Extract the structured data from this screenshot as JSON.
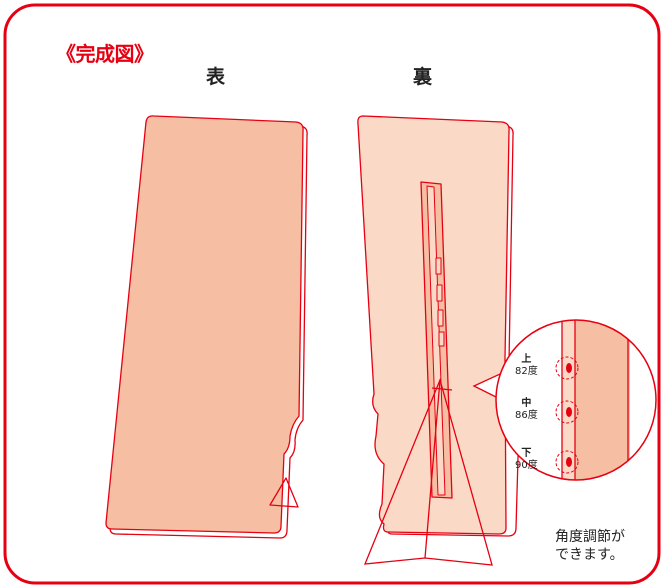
{
  "title": "《完成図》",
  "labels": {
    "front": "表",
    "back": "裏"
  },
  "angle_levels": [
    {
      "position": "上",
      "angle": "82度"
    },
    {
      "position": "中",
      "angle": "86度"
    },
    {
      "position": "下",
      "angle": "90度"
    }
  ],
  "note": {
    "line1": "角度調節が",
    "line2": "できます。"
  },
  "colors": {
    "accent": "#e60012",
    "front_fill": "#f6bfa4",
    "back_fill": "#fad9c6"
  }
}
